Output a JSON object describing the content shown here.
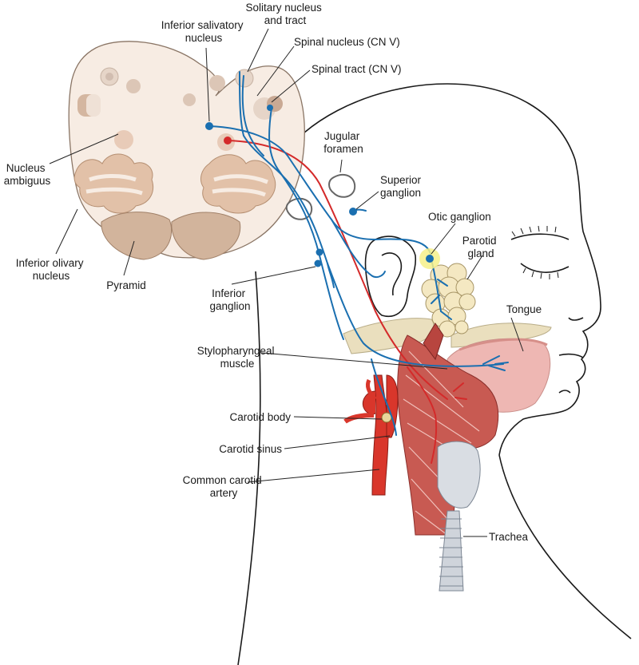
{
  "labels": {
    "solitary": [
      "Solitary nucleus",
      "and tract"
    ],
    "inferior_salivatory": [
      "Inferior salivatory",
      "nucleus"
    ],
    "spinal_nucleus": "Spinal nucleus (CN V)",
    "spinal_tract": "Spinal tract (CN V)",
    "jugular_foramen": [
      "Jugular",
      "foramen"
    ],
    "superior_ganglion": [
      "Superior",
      "ganglion"
    ],
    "nucleus_ambiguus": [
      "Nucleus",
      "ambiguus"
    ],
    "otic_ganglion": "Otic ganglion",
    "parotid_gland": [
      "Parotid",
      "gland"
    ],
    "inferior_olivary": [
      "Inferior olivary",
      "nucleus"
    ],
    "pyramid": "Pyramid",
    "inferior_ganglion": [
      "Inferior",
      "ganglion"
    ],
    "tongue": "Tongue",
    "stylopharyngeal": [
      "Stylopharyngeal",
      "muscle"
    ],
    "carotid_body": "Carotid body",
    "carotid_sinus": "Carotid sinus",
    "common_carotid": [
      "Common carotid",
      "artery"
    ],
    "trachea": "Trachea"
  },
  "colors": {
    "nerve_sensory": "#1a6fb0",
    "nerve_motor": "#d42a2a",
    "medulla_fill": "#f7ece3",
    "nucleus_fill": "#e2c1a8",
    "muscle_fill": "#c85a52",
    "artery_fill": "#d9362b",
    "gland_fill": "#f4e8c2"
  }
}
